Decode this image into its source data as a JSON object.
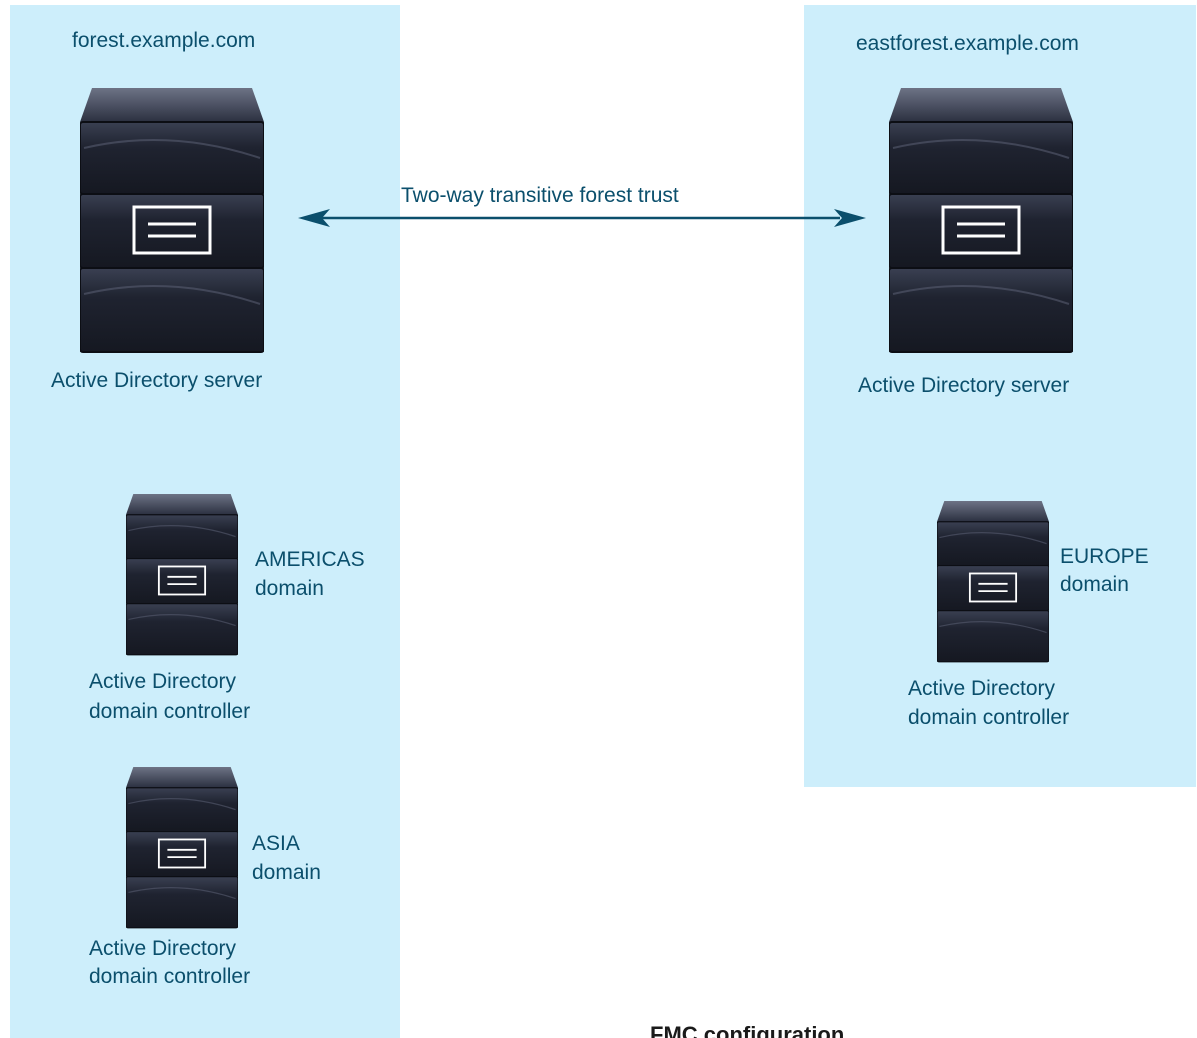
{
  "forests": [
    {
      "name": "forest.example.com",
      "server_label": "Active Directory server",
      "domains": [
        {
          "domain_line1": "AMERICAS",
          "domain_line2": "domain",
          "controller_line1": "Active Directory",
          "controller_line2": "domain controller"
        },
        {
          "domain_line1": "ASIA",
          "domain_line2": "domain",
          "controller_line1": "Active Directory",
          "controller_line2": "domain controller"
        }
      ]
    },
    {
      "name": "eastforest.example.com",
      "server_label": "Active Directory server",
      "domains": [
        {
          "domain_line1": "EUROPE",
          "domain_line2": "domain",
          "controller_line1": "Active Directory",
          "controller_line2": "domain controller"
        }
      ]
    }
  ],
  "trust": {
    "label": "Two-way transitive forest trust",
    "direction": "bidirectional"
  },
  "footer": {
    "label": "FMC configuration"
  },
  "colors": {
    "panel": "#cdeefb",
    "text": "#0b4f6c",
    "arrow": "#0b4f6c",
    "server_body": "#1f2330",
    "server_highlight": "#ffffff"
  },
  "icons": {
    "server": "server-rack-icon"
  }
}
